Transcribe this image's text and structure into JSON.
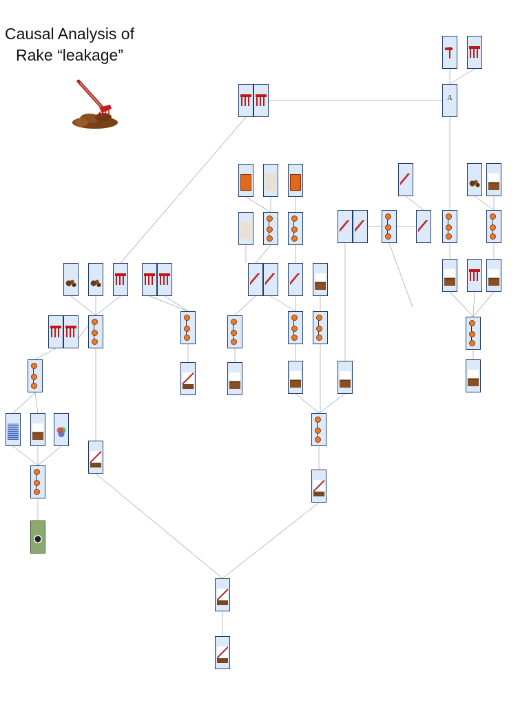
{
  "title": {
    "line1": "Causal Analysis of",
    "line2": "Rake “leakage”"
  },
  "colors": {
    "card_fill": "#dbe9f8",
    "card_border": "#223a6a",
    "node": "#e87b2e",
    "rake_red": "#c01818",
    "soil": "#8a4f22",
    "lens_card": "#8aa870"
  },
  "cards": [
    {
      "id": "tine-spacing-top",
      "art": "rakehead",
      "caption": "",
      "footer": ""
    },
    {
      "id": "tine-length-top",
      "art": "rakehead",
      "caption": "",
      "footer": ""
    },
    {
      "id": "tine-shape-a",
      "art": "tee",
      "caption": "",
      "footer": ""
    },
    {
      "id": "tine-shape-b",
      "art": "rakehead",
      "caption": "",
      "footer": ""
    },
    {
      "id": "angle-a",
      "art": "letter",
      "glyph": "A",
      "caption": "",
      "footer": ""
    },
    {
      "id": "photo-1",
      "art": "photo",
      "caption": "",
      "footer": ""
    },
    {
      "id": "photo-2",
      "art": "photo2",
      "caption": "",
      "footer": ""
    },
    {
      "id": "photo-3",
      "art": "photo",
      "caption": "",
      "footer": ""
    },
    {
      "id": "user-figure",
      "art": "photo2",
      "caption": "",
      "footer": ""
    },
    {
      "id": "chain-user",
      "art": "chain",
      "caption": "",
      "footer": ""
    },
    {
      "id": "chain-force",
      "art": "chain",
      "caption": "",
      "footer": ""
    },
    {
      "id": "rake-motion-1",
      "art": "bigtool",
      "caption": "",
      "footer": ""
    },
    {
      "id": "chain-motion",
      "art": "chain",
      "caption": "",
      "footer": ""
    },
    {
      "id": "rake-motion-2",
      "art": "bigtool",
      "caption": "",
      "footer": ""
    },
    {
      "id": "rake-motion-3",
      "art": "bigtool",
      "caption": "",
      "footer": ""
    },
    {
      "id": "rake-motion-4",
      "art": "bigtool",
      "caption": "",
      "footer": ""
    },
    {
      "id": "chain-right-1",
      "art": "chain",
      "caption": "",
      "footer": ""
    },
    {
      "id": "soil-clod",
      "art": "clods",
      "caption": "",
      "footer": ""
    },
    {
      "id": "soil-top-right",
      "art": "soil",
      "caption": "",
      "footer": ""
    },
    {
      "id": "chain-right-2",
      "art": "chain",
      "caption": "",
      "footer": ""
    },
    {
      "id": "soil-right-a",
      "art": "soil",
      "caption": "",
      "footer": ""
    },
    {
      "id": "tine-bar-right",
      "art": "rakehead",
      "caption": "",
      "footer": ""
    },
    {
      "id": "soil-right-b",
      "art": "soil",
      "caption": "",
      "footer": ""
    },
    {
      "id": "chain-right-3",
      "art": "chain",
      "caption": "",
      "footer": ""
    },
    {
      "id": "soil-right-c",
      "art": "soil",
      "caption": "",
      "footer": ""
    },
    {
      "id": "clods-left-1",
      "art": "clods",
      "caption": "",
      "footer": ""
    },
    {
      "id": "clods-left-2",
      "art": "clods",
      "caption": "",
      "footer": ""
    },
    {
      "id": "tine-gap-left",
      "art": "rakehead",
      "caption": "",
      "footer": ""
    },
    {
      "id": "tine-a",
      "art": "rakehead",
      "caption": "",
      "footer": ""
    },
    {
      "id": "tine-b",
      "art": "rakehead",
      "caption": "",
      "footer": ""
    },
    {
      "id": "tine-c",
      "art": "rakehead",
      "caption": "",
      "footer": ""
    },
    {
      "id": "tine-d",
      "art": "rakehead",
      "caption": "",
      "footer": ""
    },
    {
      "id": "chain-left-main",
      "art": "chain",
      "caption": "",
      "footer": ""
    },
    {
      "id": "chain-tine",
      "art": "chain",
      "caption": "",
      "footer": ""
    },
    {
      "id": "rake-soil-left",
      "art": "tool",
      "caption": "",
      "footer": ""
    },
    {
      "id": "chain-center-a",
      "art": "chain",
      "caption": "",
      "footer": ""
    },
    {
      "id": "soil-center-a",
      "art": "soil",
      "caption": "",
      "footer": ""
    },
    {
      "id": "rake-center-a",
      "art": "bigtool",
      "caption": "",
      "footer": ""
    },
    {
      "id": "rake-center-b",
      "art": "bigtool",
      "caption": "",
      "footer": ""
    },
    {
      "id": "rake-center-c",
      "art": "bigtool",
      "caption": "",
      "footer": ""
    },
    {
      "id": "soil-center-b",
      "art": "soil",
      "caption": "",
      "footer": ""
    },
    {
      "id": "chain-center-b",
      "art": "chain",
      "caption": "",
      "footer": ""
    },
    {
      "id": "chain-center-c",
      "art": "chain",
      "caption": "",
      "footer": ""
    },
    {
      "id": "soil-center-c",
      "art": "soil",
      "caption": "",
      "footer": ""
    },
    {
      "id": "soil-center-d",
      "art": "soil",
      "caption": "",
      "footer": ""
    },
    {
      "id": "chain-center-d",
      "art": "chain",
      "caption": "",
      "footer": ""
    },
    {
      "id": "rake-center-d",
      "art": "tool",
      "caption": "",
      "footer": ""
    },
    {
      "id": "chain-left-b",
      "art": "chain",
      "caption": "",
      "footer": ""
    },
    {
      "id": "pattern-blue",
      "art": "blue",
      "caption": "",
      "footer": ""
    },
    {
      "id": "soil-left-b",
      "art": "soil",
      "caption": "",
      "footer": ""
    },
    {
      "id": "venn",
      "art": "venn",
      "caption": "",
      "footer": ""
    },
    {
      "id": "chain-left-c",
      "art": "chain",
      "caption": "",
      "footer": ""
    },
    {
      "id": "lens",
      "art": "lens",
      "caption": "",
      "footer": ""
    },
    {
      "id": "rake-bottom-left",
      "art": "tool",
      "caption": "",
      "footer": ""
    },
    {
      "id": "leak-a",
      "art": "tool",
      "caption": "",
      "footer": ""
    },
    {
      "id": "leak-b",
      "art": "tool",
      "caption": "",
      "footer": ""
    }
  ],
  "chains": [
    {
      "id": "chain-user",
      "labels": [
        "",
        "",
        ""
      ]
    },
    {
      "id": "chain-force",
      "labels": [
        "",
        "",
        ""
      ]
    },
    {
      "id": "chain-motion",
      "labels": [
        "",
        "",
        ""
      ]
    },
    {
      "id": "chain-right-1",
      "labels": [
        "",
        "",
        ""
      ]
    },
    {
      "id": "chain-right-2",
      "labels": [
        "",
        "",
        ""
      ]
    },
    {
      "id": "chain-right-3",
      "labels": [
        "",
        "",
        ""
      ]
    },
    {
      "id": "chain-left-main",
      "labels": [
        "",
        "",
        ""
      ]
    },
    {
      "id": "chain-tine",
      "labels": [
        "",
        "",
        ""
      ]
    },
    {
      "id": "chain-center-a",
      "labels": [
        "",
        "",
        ""
      ]
    },
    {
      "id": "chain-center-b",
      "labels": [
        "",
        "",
        ""
      ]
    },
    {
      "id": "chain-center-c",
      "labels": [
        "",
        "",
        ""
      ]
    },
    {
      "id": "chain-center-d",
      "labels": [
        "",
        "",
        ""
      ]
    },
    {
      "id": "chain-left-b",
      "labels": [
        "",
        "",
        ""
      ]
    },
    {
      "id": "chain-left-c",
      "labels": [
        "",
        "",
        ""
      ]
    }
  ],
  "notes": [
    {
      "id": "note-center-1",
      "text": ""
    },
    {
      "id": "note-center-2",
      "text": ""
    },
    {
      "id": "note-left-1",
      "text": ""
    },
    {
      "id": "note-left-2",
      "text": ""
    },
    {
      "id": "note-right-1",
      "text": ""
    },
    {
      "id": "note-right-2",
      "text": ""
    },
    {
      "id": "note-right-3",
      "text": ""
    },
    {
      "id": "note-right-4",
      "text": ""
    },
    {
      "id": "note-bottom",
      "text": ""
    },
    {
      "id": "note-center-3",
      "text": ""
    }
  ]
}
